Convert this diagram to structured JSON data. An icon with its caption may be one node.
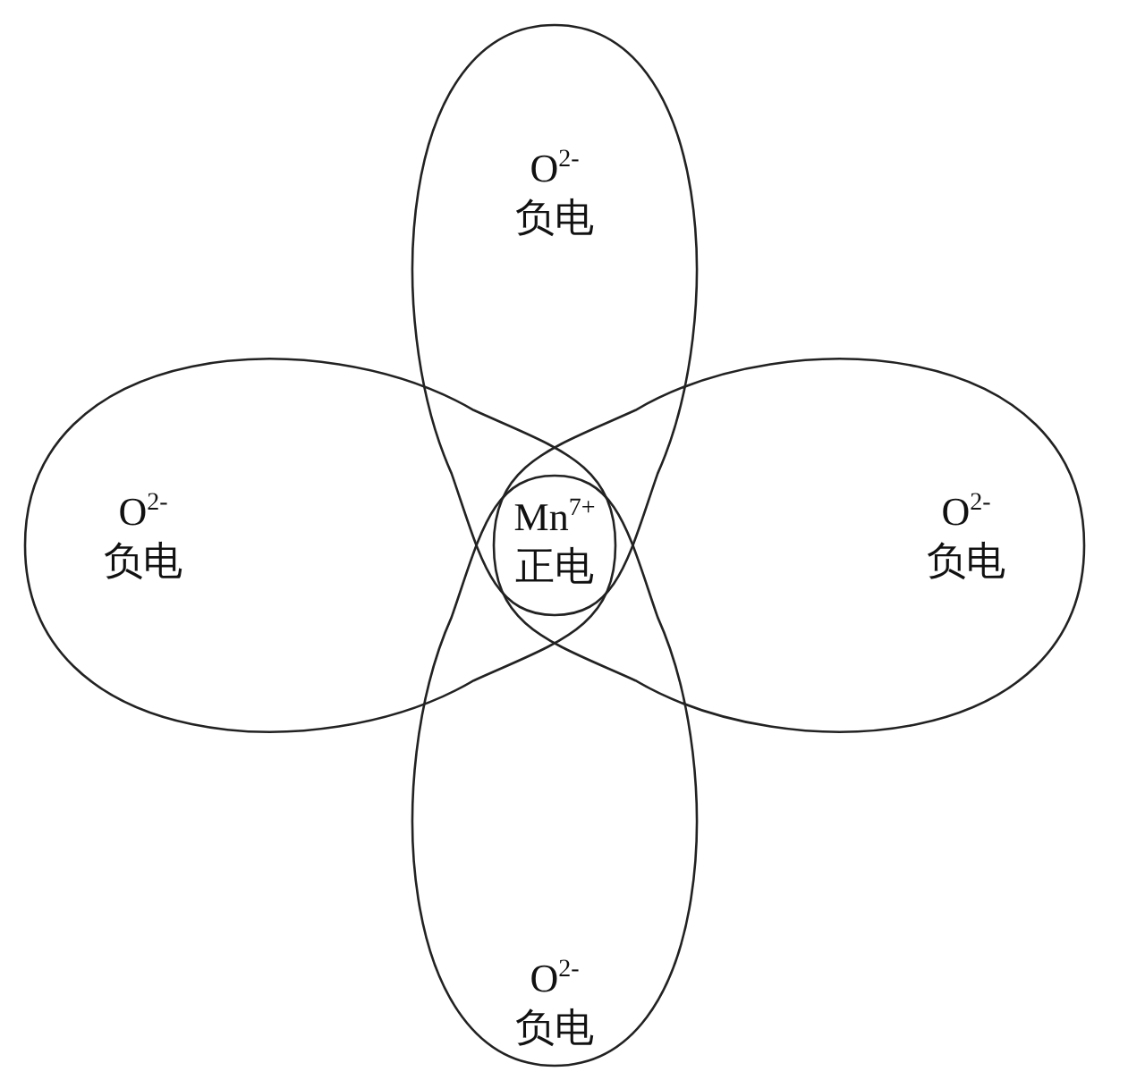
{
  "diagram": {
    "nodes": [
      {
        "text": [
          "O$^{2-}$",
          "负电"
        ]
      },
      {
        "text": [
          "O$^{2-}$",
          "负电"
        ]
      },
      {
        "text": [
          "Mn$^{7+}$",
          "正电"
        ]
      },
      {
        "text": [
          "O$^{2-}$",
          "负电"
        ]
      },
      {
        "text": [
          "O$^{2-}$",
          "负电"
        ]
      }
    ],
    "edges": []
  }
}
